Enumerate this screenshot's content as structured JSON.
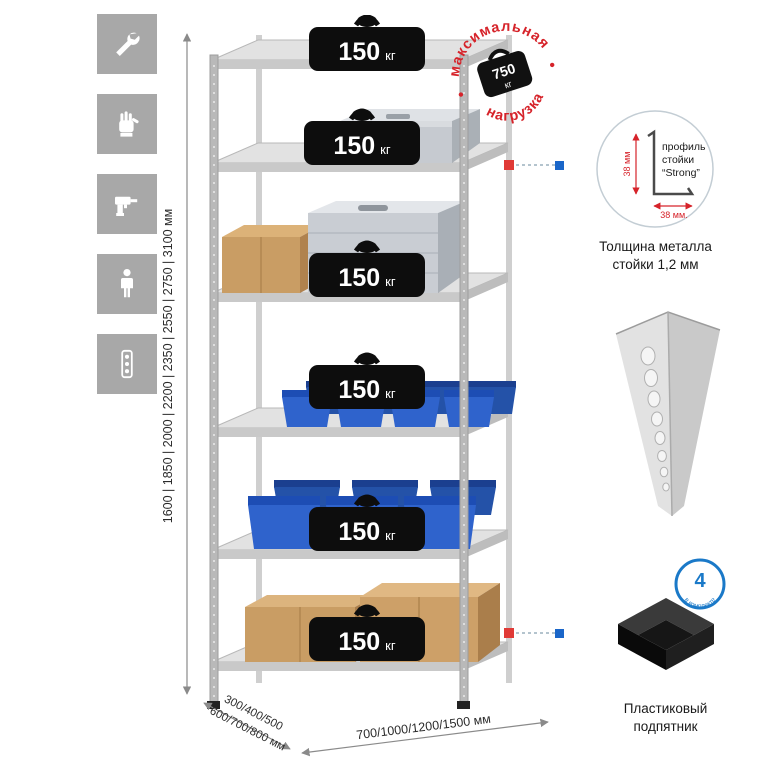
{
  "sidebar": {
    "icons": [
      {
        "name": "wrench"
      },
      {
        "name": "gloves"
      },
      {
        "name": "drill"
      },
      {
        "name": "person"
      },
      {
        "name": "power-strip"
      }
    ]
  },
  "rack": {
    "shelf_count": 6,
    "shelf_load_value": "150",
    "shelf_load_unit": "кг"
  },
  "max_load_stamp": {
    "arc_top": "максимальная",
    "arc_bottom": "нагрузка",
    "value": "750",
    "unit": "кг",
    "color": "#d6232a"
  },
  "dimensions": {
    "height_options": "1600 | 1850 | 2000 | 2200 | 2350 | 2550 | 2750 | 3100 мм",
    "depth_options_line1": "300/400/500",
    "depth_options_line2": "600/700/800 мм",
    "width_options": "700/1000/1200/1500 мм"
  },
  "profile_callout": {
    "label_line1": "профиль",
    "label_line2": "стойки",
    "label_line3": "“Strong”",
    "dim_vertical": "38 мм",
    "dim_horizontal": "38 мм.",
    "caption": "Толщина металла\nстойки 1,2 мм"
  },
  "foot_callout": {
    "badge_value": "4",
    "badge_text": "в комплекте",
    "caption": "Пластиковый\nподпятник"
  },
  "markers": {
    "red": "#e03a36",
    "blue": "#1a66c9"
  }
}
